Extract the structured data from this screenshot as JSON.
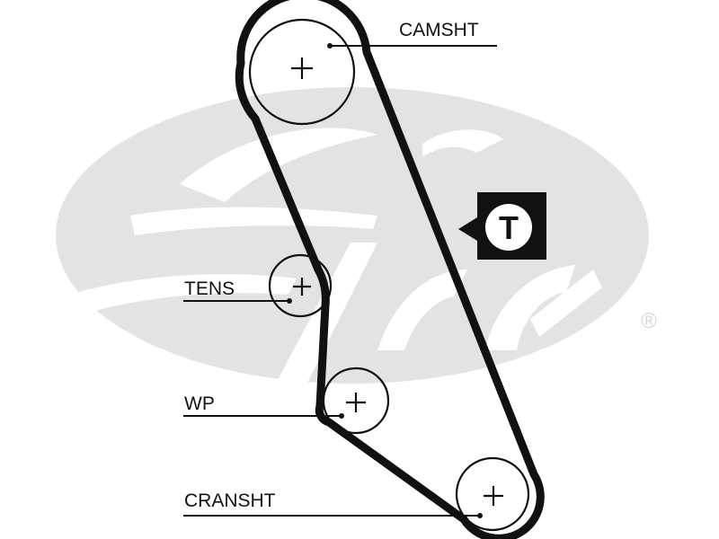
{
  "diagram": {
    "type": "timing-belt-routing",
    "brand_watermark": "Gates",
    "registered_mark": "®",
    "colors": {
      "belt": "#111111",
      "watermark": "#e3e3e3",
      "background": "#ffffff",
      "line": "#111111"
    },
    "pulleys": [
      {
        "id": "camshaft",
        "label": "CAMSHT"
      },
      {
        "id": "tensioner",
        "label": "TENS"
      },
      {
        "id": "water-pump",
        "label": "WP"
      },
      {
        "id": "crankshaft",
        "label": "CRANSHT"
      }
    ],
    "tension_marker": {
      "label": "T",
      "meaning": "tension-check-point"
    }
  }
}
